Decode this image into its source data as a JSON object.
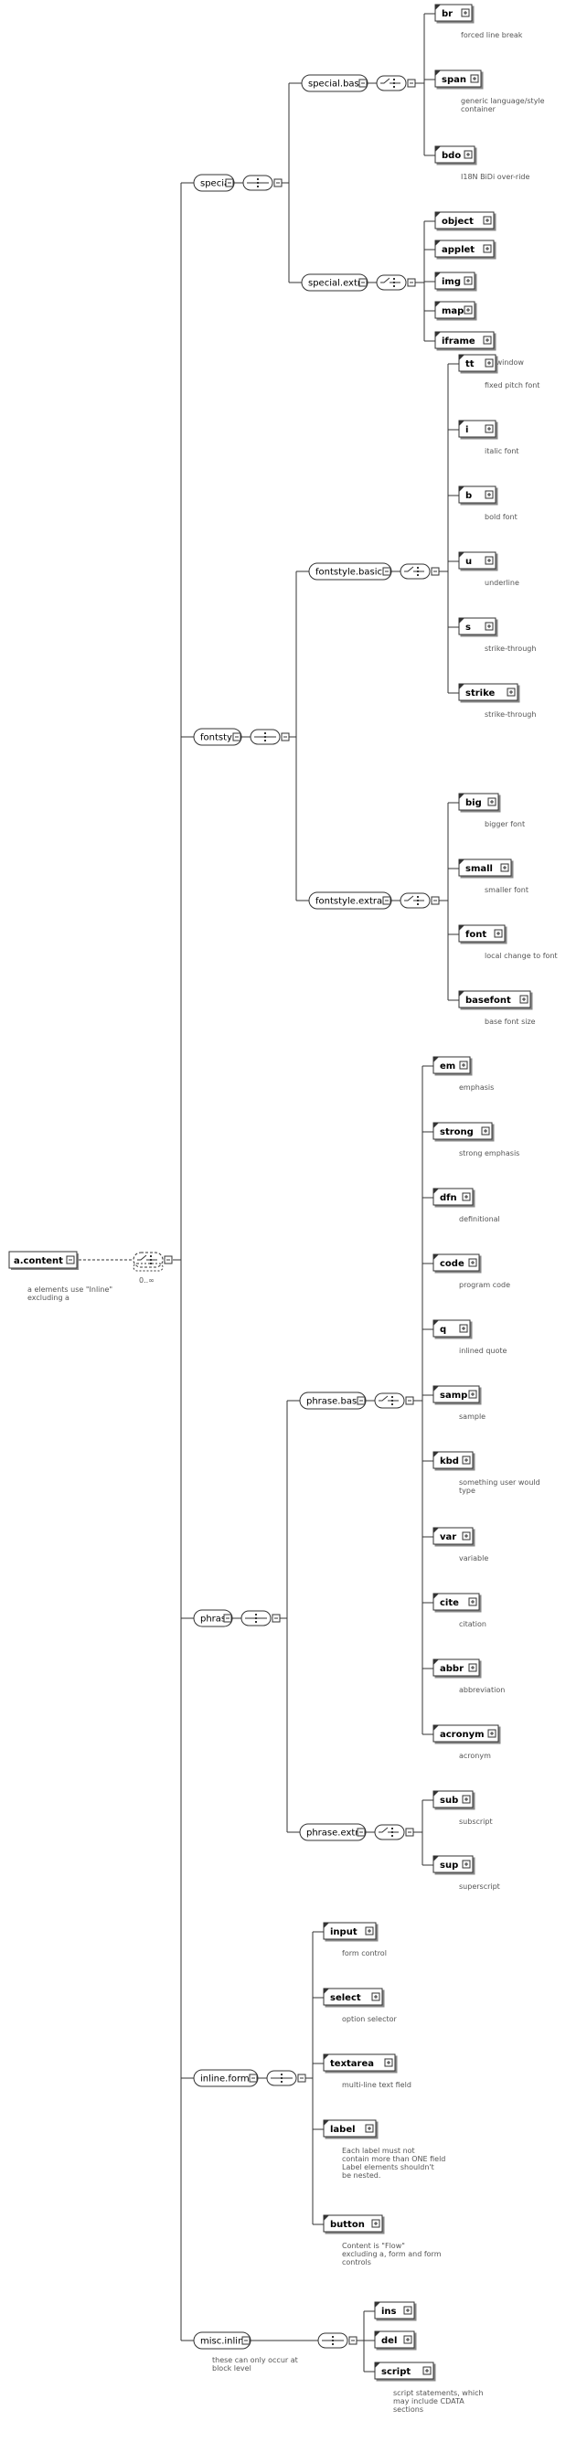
{
  "root": {
    "label": "a.content",
    "doc": [
      "a elements use \"Inline\"",
      "excluding a"
    ],
    "occurs": "0..∞"
  },
  "groups": [
    {
      "id": "special",
      "label": "special",
      "subgroups": [
        {
          "id": "special.basic",
          "label": "special.basic",
          "elements": [
            {
              "name": "br",
              "doc": [
                "forced line break"
              ]
            },
            {
              "name": "span",
              "doc": [
                "generic language/style",
                "container"
              ]
            },
            {
              "name": "bdo",
              "doc": [
                "I18N BiDi over-ride"
              ]
            }
          ]
        },
        {
          "id": "special.extra",
          "label": "special.extra",
          "elements": [
            {
              "name": "object",
              "doc": []
            },
            {
              "name": "applet",
              "doc": []
            },
            {
              "name": "img",
              "doc": []
            },
            {
              "name": "map",
              "doc": []
            },
            {
              "name": "iframe",
              "doc": [
                "inline subwindow"
              ]
            }
          ]
        }
      ]
    },
    {
      "id": "fontstyle",
      "label": "fontstyle",
      "subgroups": [
        {
          "id": "fontstyle.basic",
          "label": "fontstyle.basic",
          "elements": [
            {
              "name": "tt",
              "doc": [
                "fixed pitch font"
              ]
            },
            {
              "name": "i",
              "doc": [
                "italic font"
              ]
            },
            {
              "name": "b",
              "doc": [
                "bold font"
              ]
            },
            {
              "name": "u",
              "doc": [
                "underline"
              ]
            },
            {
              "name": "s",
              "doc": [
                "strike-through"
              ]
            },
            {
              "name": "strike",
              "doc": [
                "strike-through"
              ]
            }
          ]
        },
        {
          "id": "fontstyle.extra",
          "label": "fontstyle.extra",
          "elements": [
            {
              "name": "big",
              "doc": [
                "bigger font"
              ]
            },
            {
              "name": "small",
              "doc": [
                "smaller font"
              ]
            },
            {
              "name": "font",
              "doc": [
                "local change to font"
              ]
            },
            {
              "name": "basefont",
              "doc": [
                "base font size"
              ]
            }
          ]
        }
      ]
    },
    {
      "id": "phrase",
      "label": "phrase",
      "subgroups": [
        {
          "id": "phrase.basic",
          "label": "phrase.basic",
          "elements": [
            {
              "name": "em",
              "doc": [
                "emphasis"
              ]
            },
            {
              "name": "strong",
              "doc": [
                "strong emphasis"
              ]
            },
            {
              "name": "dfn",
              "doc": [
                "definitional"
              ]
            },
            {
              "name": "code",
              "doc": [
                "program code"
              ]
            },
            {
              "name": "q",
              "doc": [
                "inlined quote"
              ]
            },
            {
              "name": "samp",
              "doc": [
                "sample"
              ]
            },
            {
              "name": "kbd",
              "doc": [
                "something user would",
                "type"
              ]
            },
            {
              "name": "var",
              "doc": [
                "variable"
              ]
            },
            {
              "name": "cite",
              "doc": [
                "citation"
              ]
            },
            {
              "name": "abbr",
              "doc": [
                "abbreviation"
              ]
            },
            {
              "name": "acronym",
              "doc": [
                "acronym"
              ]
            }
          ]
        },
        {
          "id": "phrase.extra",
          "label": "phrase.extra",
          "elements": [
            {
              "name": "sub",
              "doc": [
                "subscript"
              ]
            },
            {
              "name": "sup",
              "doc": [
                "superscript"
              ]
            }
          ]
        }
      ]
    },
    {
      "id": "inline.forms",
      "label": "inline.forms",
      "elements": [
        {
          "name": "input",
          "doc": [
            "form control"
          ]
        },
        {
          "name": "select",
          "doc": [
            "option selector"
          ]
        },
        {
          "name": "textarea",
          "doc": [
            "multi-line text field"
          ]
        },
        {
          "name": "label",
          "doc": [
            "Each label must not",
            "contain more than ONE field",
            "Label elements shouldn't",
            "be nested."
          ]
        },
        {
          "name": "button",
          "doc": [
            "Content is \"Flow\"",
            "excluding a, form and form",
            "controls"
          ]
        }
      ]
    },
    {
      "id": "misc.inline",
      "label": "misc.inline",
      "doc": [
        "these can only occur at",
        "block level"
      ],
      "elements": [
        {
          "name": "ins",
          "doc": []
        },
        {
          "name": "del",
          "doc": []
        },
        {
          "name": "script",
          "doc": [
            "script statements, which",
            "may include CDATA",
            "sections"
          ]
        }
      ]
    }
  ]
}
